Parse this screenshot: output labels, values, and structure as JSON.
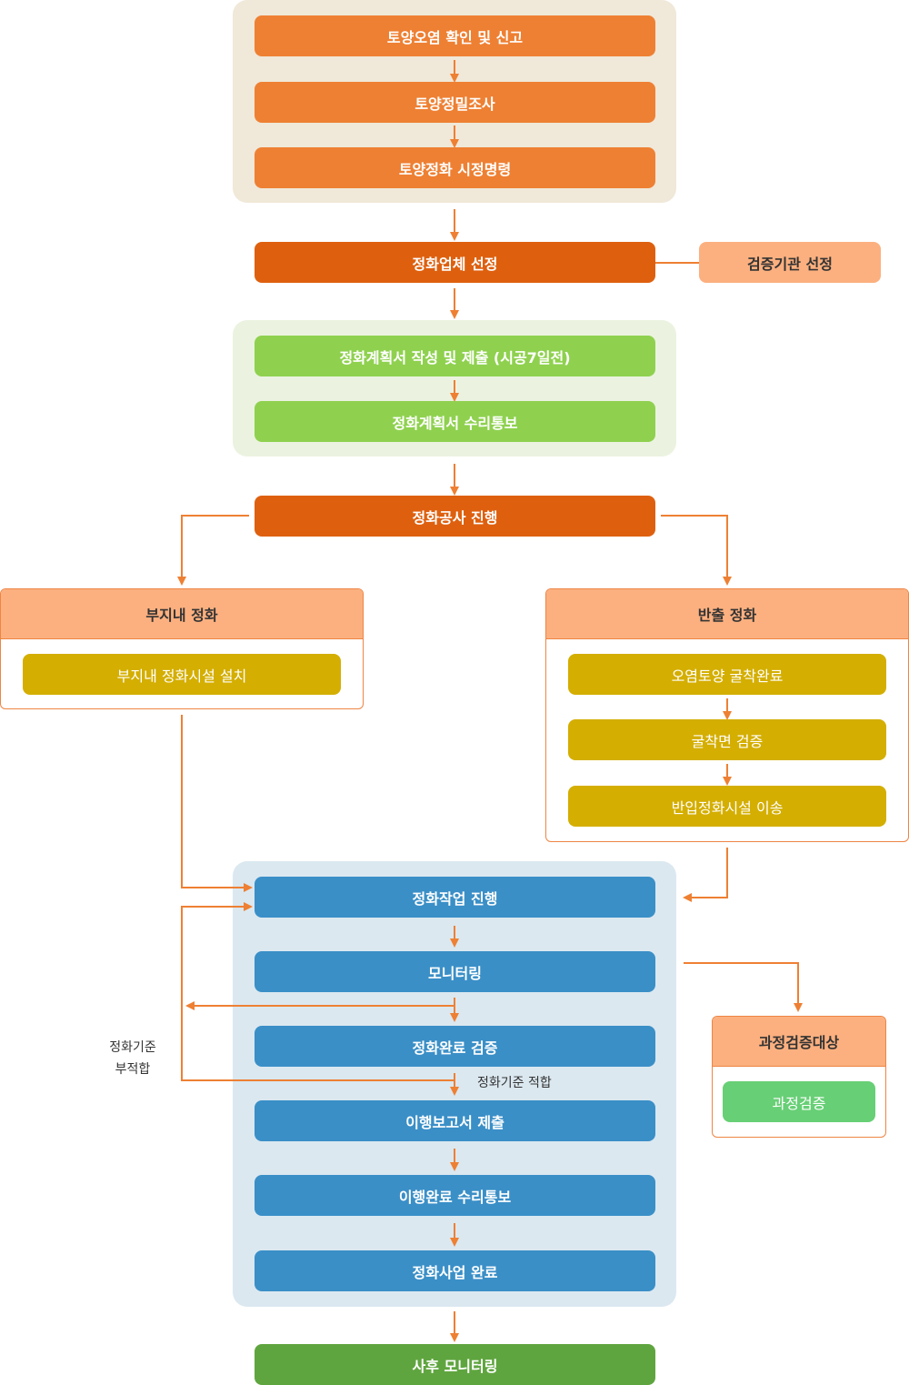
{
  "colors": {
    "step_orange": "#ee8033",
    "key_orange": "#de600f",
    "light_orange": "#fcb07f",
    "green_step": "#8fd14f",
    "gold_step": "#d4ae00",
    "blue_step": "#3a8fc7",
    "final_green": "#5fa53f",
    "mint": "#67cf75",
    "beige_group": "#f0e8d8",
    "green_group": "#ebf3e0",
    "blue_group": "#dbe8f0",
    "connector": "#ee8033"
  },
  "steps": {
    "confirm_report": "토양오염 확인 및 신고",
    "detailed_survey": "토양정밀조사",
    "cleanup_order": "토양정화 시정명령",
    "select_contractor": "정화업체 선정",
    "select_verifier": "검증기관 선정",
    "plan_submit": "정화계획서 작성 및 제출 (시공7일전)",
    "plan_accept": "정화계획서 수리통보",
    "construction": "정화공사 진행",
    "work_progress": "정화작업 진행",
    "monitoring": "모니터링",
    "completion_verify": "정화완료 검증",
    "report_submit": "이행보고서 제출",
    "report_accept": "이행완료 수리통보",
    "project_complete": "정화사업 완료",
    "post_monitoring": "사후 모니터링"
  },
  "onsite": {
    "title": "부지내 정화",
    "items": [
      "부지내 정화시설 설치"
    ]
  },
  "offsite": {
    "title": "반출 정화",
    "items": [
      "오염토양 굴착완료",
      "굴착면 검증",
      "반입정화시설 이송"
    ]
  },
  "process_verify": {
    "title": "과정검증대상",
    "item": "과정검증"
  },
  "labels": {
    "fail_line1": "정화기준",
    "fail_line2": "부적합",
    "pass": "정화기준 적합"
  }
}
